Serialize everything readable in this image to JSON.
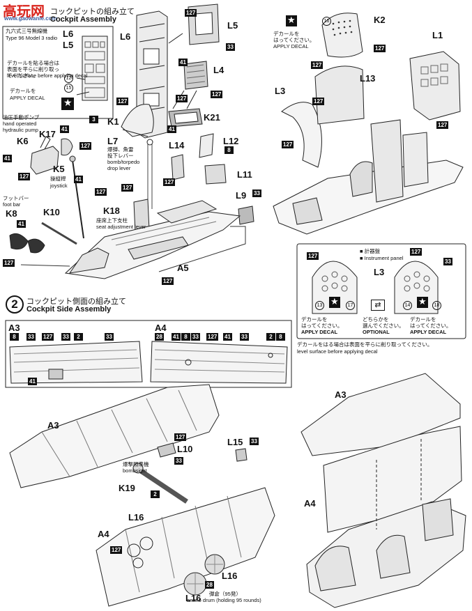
{
  "watermark": {
    "big": "高玩网",
    "url": "www.gaowanle.com"
  },
  "step1": {
    "title_jp": "コックピットの組み立て",
    "title_en": "Cockpit Assembly"
  },
  "step2": {
    "number": "2",
    "title_jp": "コックピット側面の組み立て",
    "title_en": "Cockpit Side Assembly"
  },
  "radio_box": {
    "title_jp": "九六式三号無線機",
    "title_en": "Type 96 Model 3 radio",
    "l6": "L6",
    "l5": "L5",
    "note_jp": "デカールを貼る場合は表面を平らに削り取ってください。",
    "note_en": "level surface before applying decal",
    "apply_jp": "デカールを",
    "apply_en": "APPLY DECAL",
    "num12": "12",
    "num15": "15"
  },
  "parts": {
    "l6": "L6",
    "l5": "L5",
    "l4": "L4",
    "k21": "K21",
    "k1": "K1",
    "l7": "L7",
    "l14": "L14",
    "l12": "L12",
    "l11": "L11",
    "l9": "L9",
    "k17": "K17",
    "k6": "K6",
    "k5": "K5",
    "k18": "K18",
    "k8": "K8",
    "k10": "K10",
    "a5": "A5",
    "k2": "K2",
    "l1": "L1",
    "l13": "L13",
    "l3": "L3",
    "a3": "A3",
    "a4": "A4",
    "l10": "L10",
    "l15": "L15",
    "k19": "K19",
    "l16": "L16"
  },
  "captions": {
    "pump_jp": "油圧手動ポンプ",
    "pump_en1": "hand operated",
    "pump_en2": "hydraulic pump",
    "joystick_jp": "操縦桿",
    "joystick_en": "joystick",
    "footbar_jp": "フットバー",
    "footbar_en": "foot bar",
    "bomb_jp1": "爆弾、魚雷",
    "bomb_jp2": "投下レバー",
    "bomb_en1": "bomb/torpedo",
    "bomb_en2": "drop lever",
    "seat_jp": "座席上下支柱",
    "seat_en": "seat adjustment lever",
    "bombsight_jp": "爆撃照準機",
    "bombsight_en": "bombsight",
    "ammo_jp": "弾倉（95発）",
    "ammo_en": "ammo drum (holding 95 rounds)",
    "k2_decal_jp1": "デカールを",
    "k2_decal_jp2": "はってください。",
    "k2_decal_en": "APPLY DECAL"
  },
  "instrument": {
    "legend1": "■ 計器盤",
    "legend2": "■ Instrument panel",
    "l3": "L3",
    "left_jp1": "デカールを",
    "left_jp2": "はってください。",
    "left_en": "APPLY DECAL",
    "mid_jp1": "どちらかを",
    "mid_jp2": "選んでください。",
    "mid_en": "OPTIONAL",
    "right_jp1": "デカールを",
    "right_jp2": "はってください。",
    "right_en": "APPLY DECAL",
    "n13": "13",
    "n17": "17",
    "n14": "14",
    "n18": "18",
    "n16": "16",
    "note_jp": "デカールをはる場合は表面を平らに削り取ってください。",
    "note_en": "level surface before applying decal"
  },
  "codes": {
    "c127": "127",
    "c33": "33",
    "c41": "41",
    "c3": "3",
    "c8": "8",
    "c2": "2",
    "c28": "28"
  },
  "colors": {
    "badge": "#111111",
    "watermark": "#d9251d"
  }
}
